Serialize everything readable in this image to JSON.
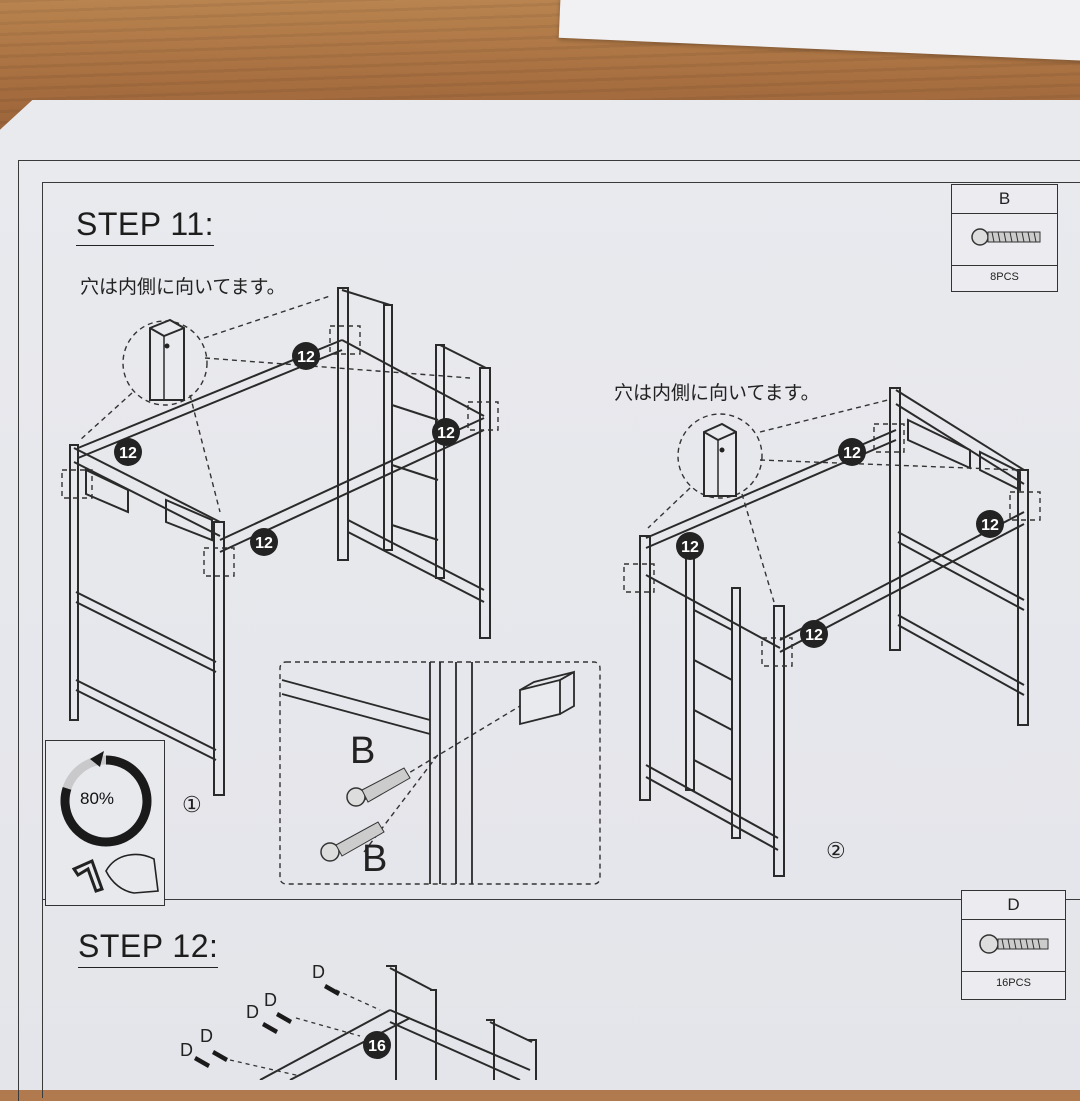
{
  "step11": {
    "title": "STEP 11:",
    "note_left": "穴は内側に向いてます。",
    "note_right": "穴は内側に向いてます。",
    "part": {
      "label": "B",
      "qty": "8PCS"
    },
    "badge": "12",
    "progress": {
      "text": "80%",
      "value": 0.8
    },
    "sub1": "①",
    "sub2": "②",
    "detail_label_top": "B",
    "detail_label_bottom": "B"
  },
  "step12": {
    "title": "STEP 12:",
    "part": {
      "label": "D",
      "qty": "16PCS"
    },
    "badge": "16",
    "screw_label": "D"
  }
}
